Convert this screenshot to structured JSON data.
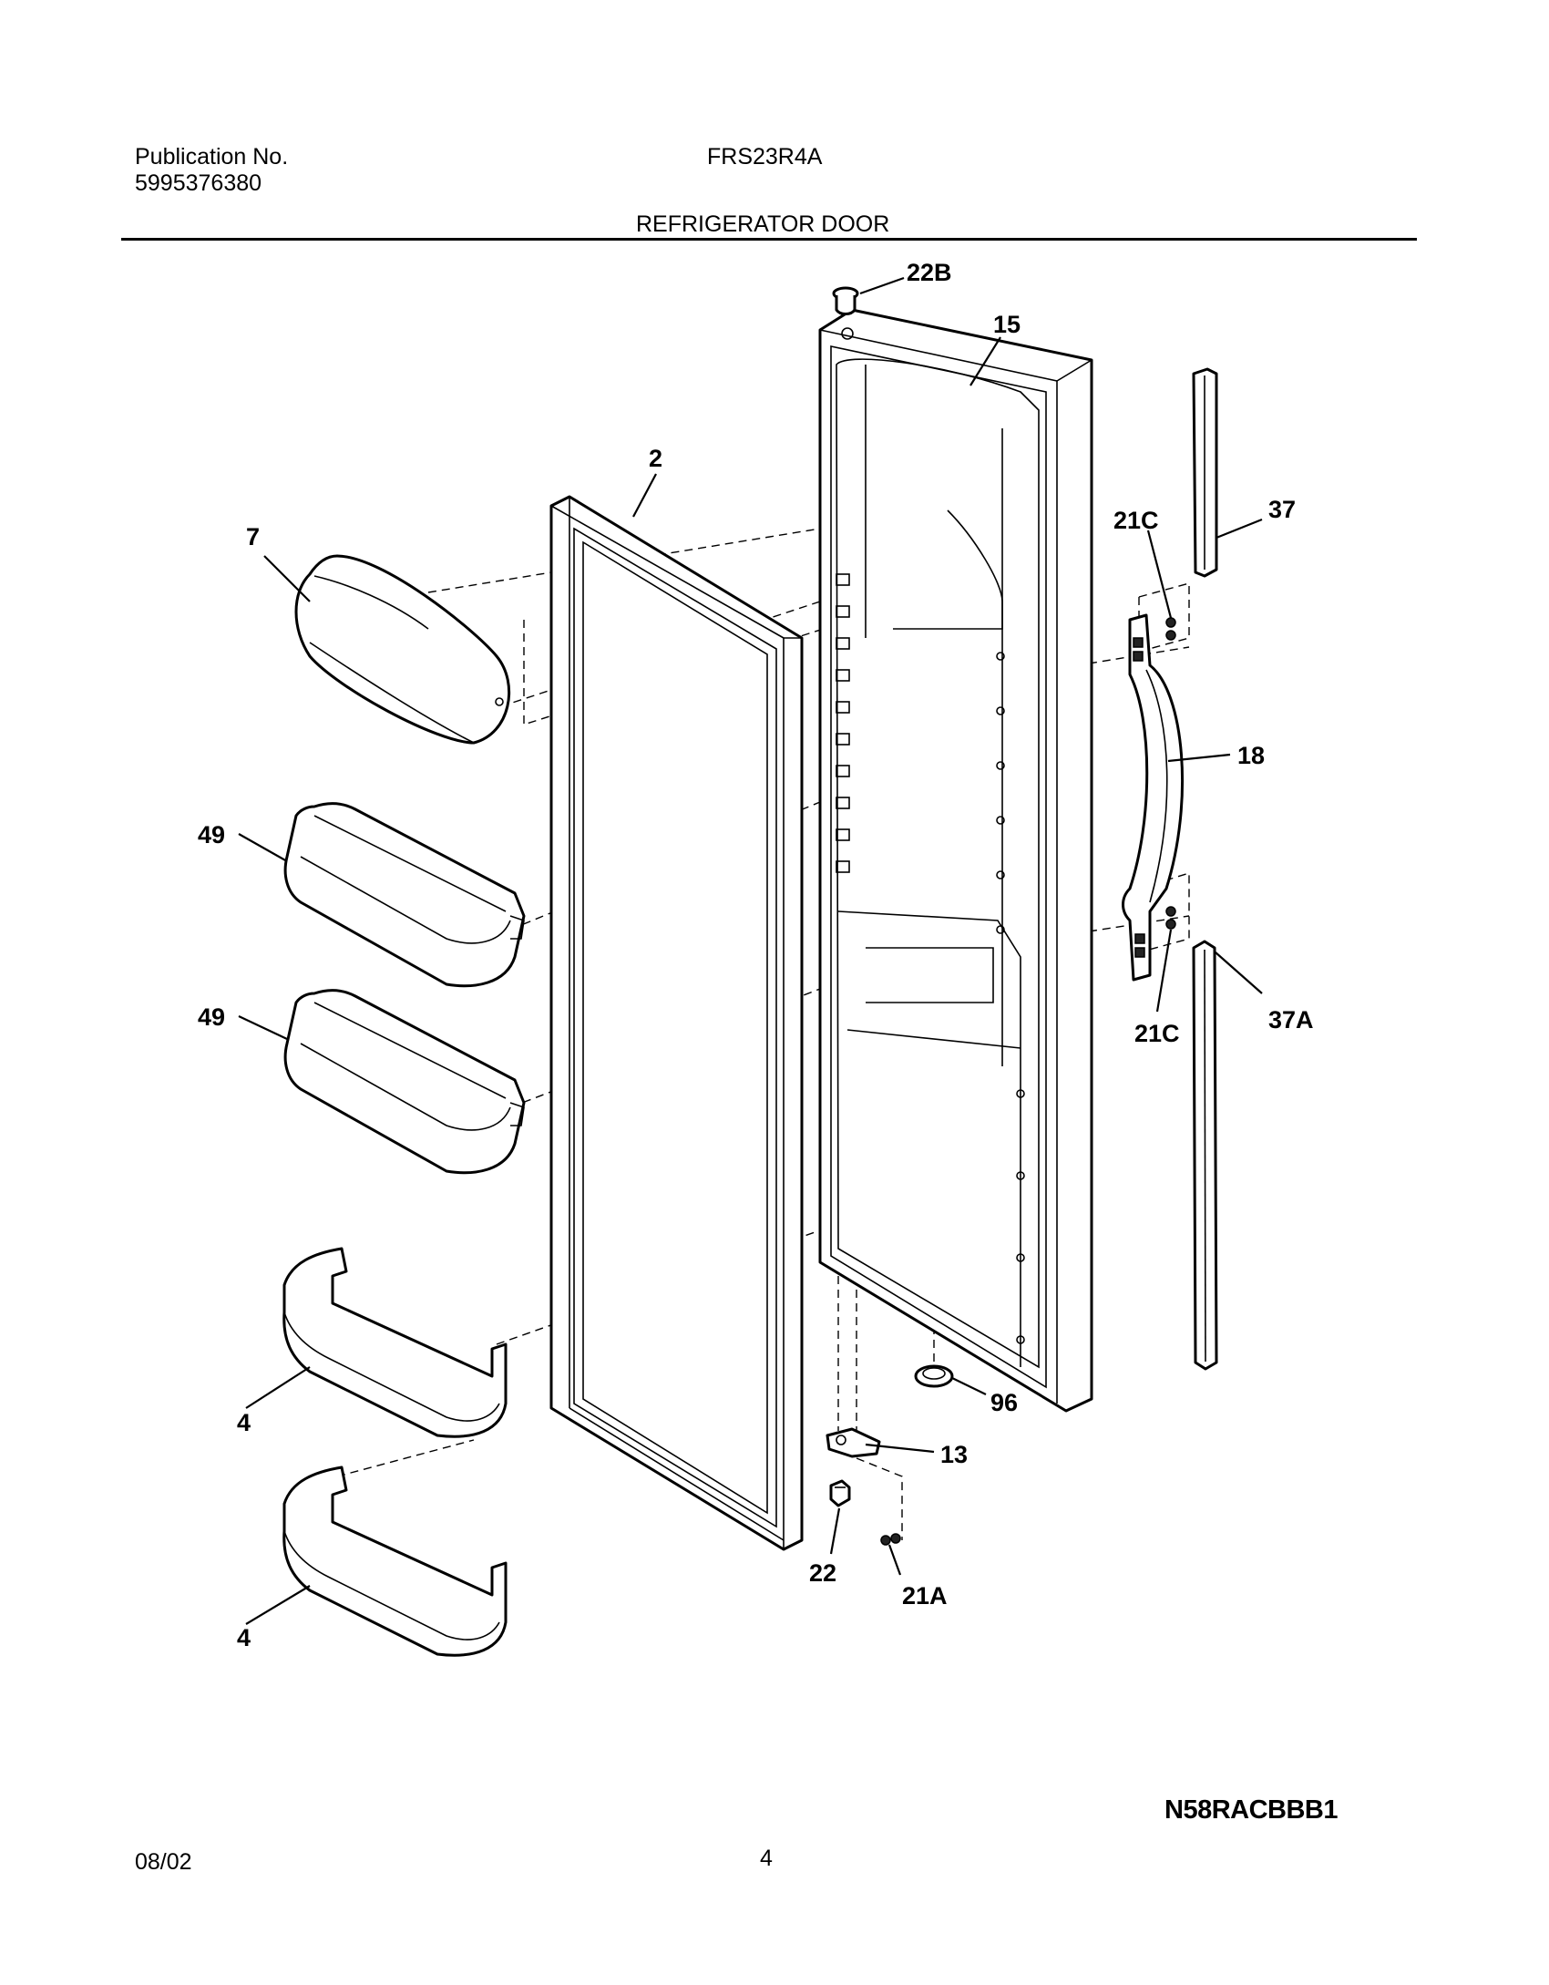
{
  "header": {
    "publication_label": "Publication No.",
    "publication_number": "5995376380",
    "model": "FRS23R4A",
    "title": "REFRIGERATOR DOOR"
  },
  "footer": {
    "date": "08/02",
    "page": "4",
    "diagram_code": "N58RACBBB1"
  },
  "callouts": {
    "c22b": "22B",
    "c15": "15",
    "c2": "2",
    "c7": "7",
    "c37": "37",
    "c21c_top": "21C",
    "c18": "18",
    "c49_top": "49",
    "c49_bottom": "49",
    "c21c_bottom": "21C",
    "c37a": "37A",
    "c4_top": "4",
    "c4_bottom": "4",
    "c96": "96",
    "c13": "13",
    "c22": "22",
    "c21a": "21A"
  }
}
